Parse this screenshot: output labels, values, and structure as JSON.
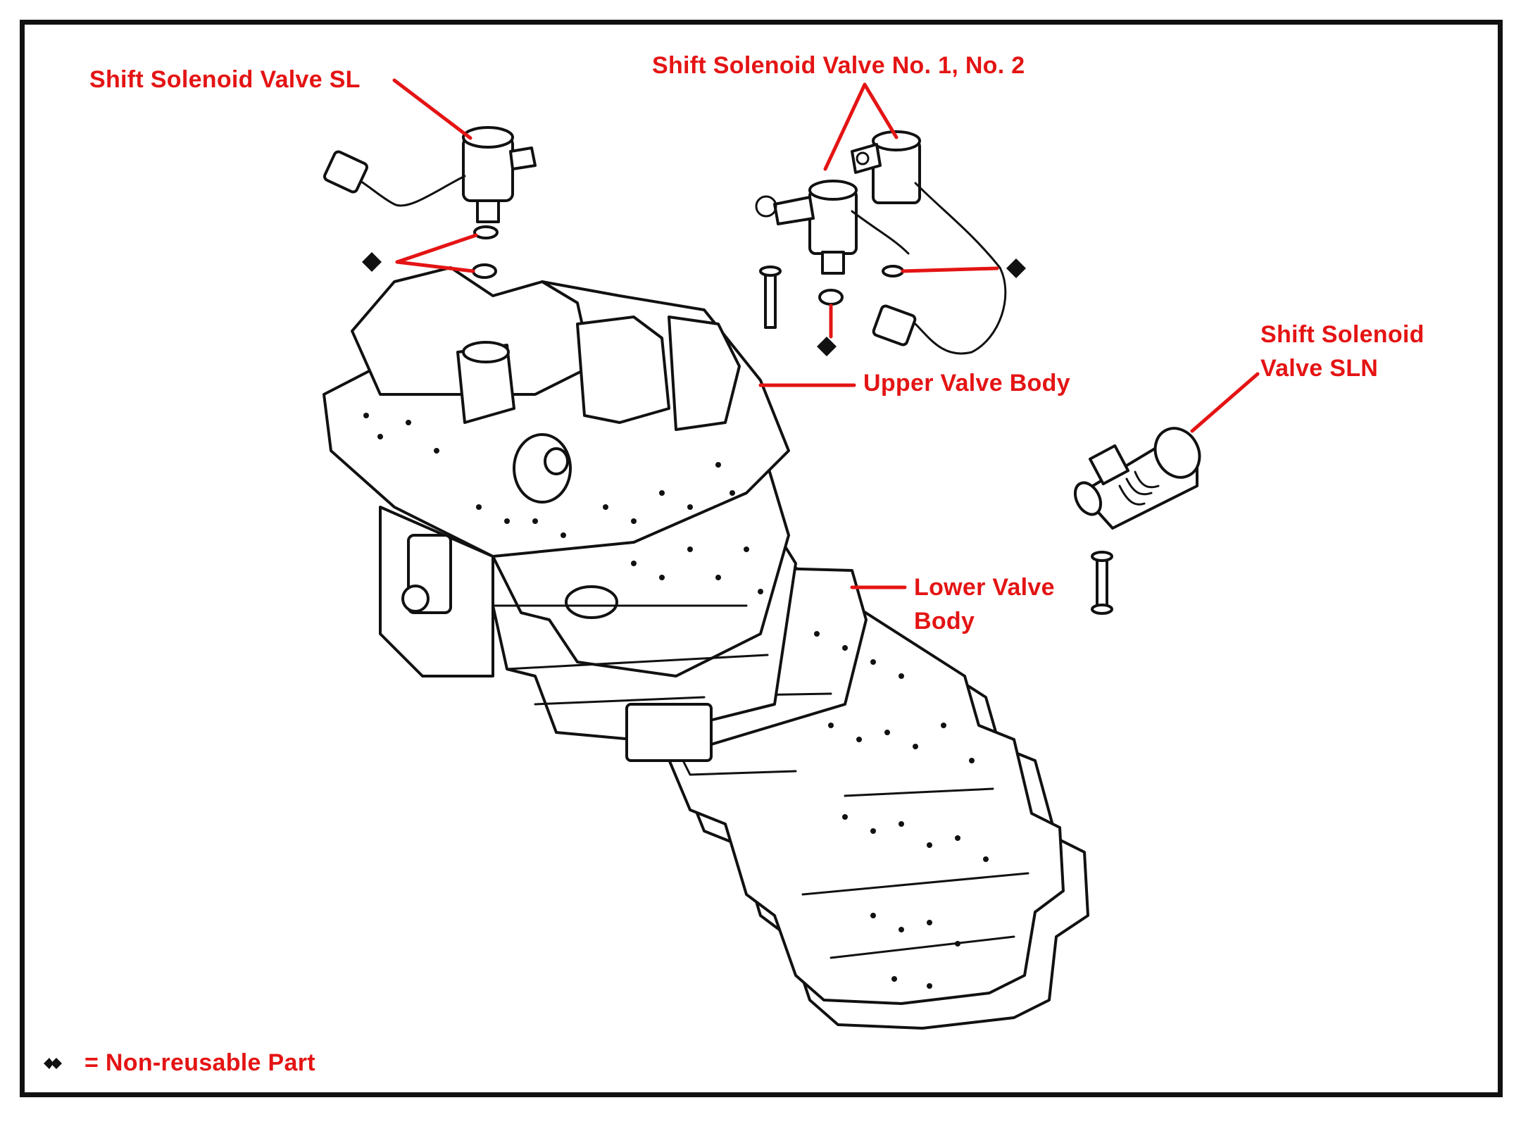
{
  "labels": {
    "shift_sl": "Shift Solenoid Valve SL",
    "shift_no12": "Shift Solenoid Valve No. 1, No. 2",
    "shift_sln_line1": "Shift Solenoid",
    "shift_sln_line2": "Valve SLN",
    "upper_body": "Upper Valve Body",
    "lower_body_line1": "Lower Valve",
    "lower_body_line2": "Body"
  },
  "legend": {
    "symbol": "diamond-icon",
    "text": "= Non-reusable Part"
  },
  "colors": {
    "label": "#e41414",
    "line_art": "#111111",
    "frame": "#111111",
    "background": "#ffffff"
  }
}
